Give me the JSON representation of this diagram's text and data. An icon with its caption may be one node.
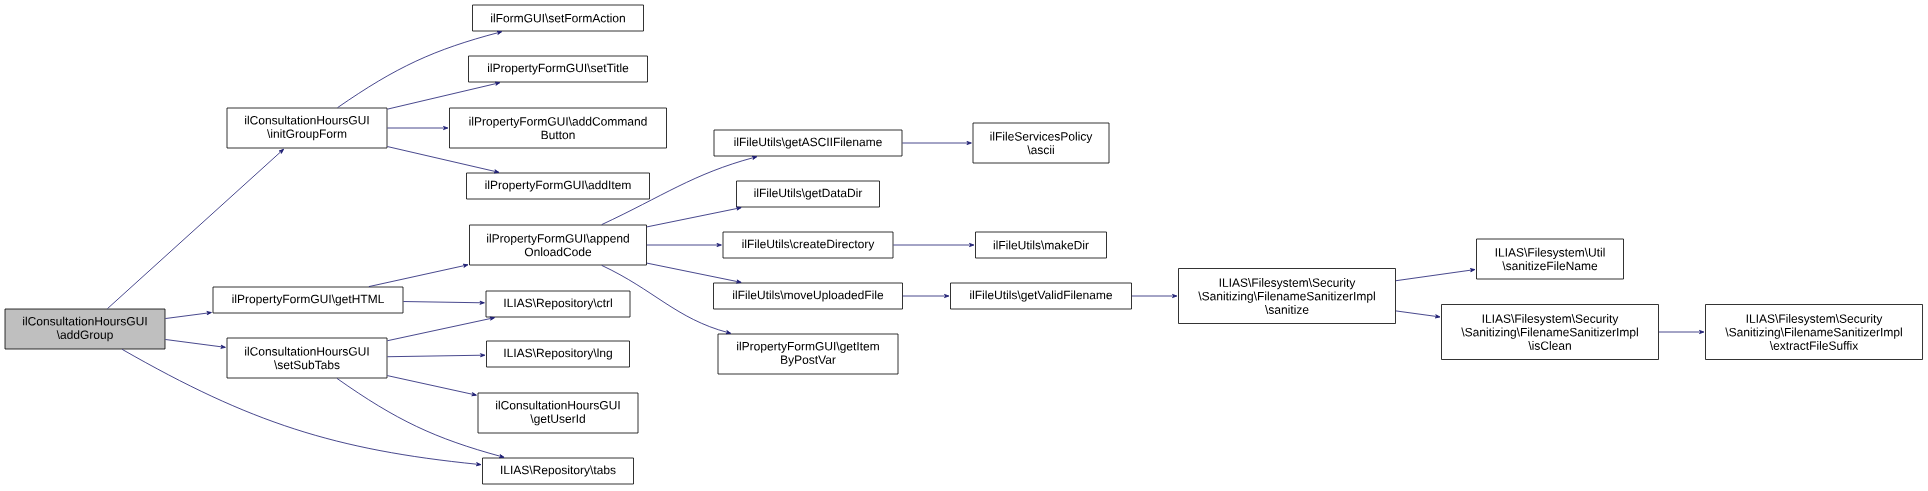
{
  "diagram": {
    "nodes": [
      {
        "text": [
          "ilConsultationHoursGUI \\addGroup"
        ]
      },
      {
        "text": [
          "ilConsultationHoursGUI \\initGroupForm"
        ]
      },
      {
        "text": [
          "ilFormGUI\\setFormAction"
        ]
      },
      {
        "text": [
          "ilPropertyFormGUI\\setTitle"
        ]
      },
      {
        "text": [
          "ilPropertyFormGUI\\addCommand Button"
        ]
      },
      {
        "text": [
          "ilPropertyFormGUI\\addItem"
        ]
      },
      {
        "text": [
          "ilPropertyFormGUI\\getHTML"
        ]
      },
      {
        "text": [
          "ilPropertyFormGUI\\append OnloadCode"
        ]
      },
      {
        "text": [
          "ILIAS\\Repository\\ctrl"
        ]
      },
      {
        "text": [
          "ilConsultationHoursGUI \\setSubTabs"
        ]
      },
      {
        "text": [
          "ILIAS\\Repository\\lng"
        ]
      },
      {
        "text": [
          "ilConsultationHoursGUI \\getUserId"
        ]
      },
      {
        "text": [
          "ILIAS\\Repository\\tabs"
        ]
      },
      {
        "text": [
          "ilFileUtils\\getASCIIFilename"
        ]
      },
      {
        "text": [
          "ilFileUtils\\getDataDir"
        ]
      },
      {
        "text": [
          "ilFileUtils\\createDirectory"
        ]
      },
      {
        "text": [
          "ilFileUtils\\moveUploadedFile"
        ]
      },
      {
        "text": [
          "ilPropertyFormGUI\\getItem ByPostVar"
        ]
      },
      {
        "text": [
          "ilFileServicesPolicy \\ascii"
        ]
      },
      {
        "text": [
          "ilFileUtils\\makeDir"
        ]
      },
      {
        "text": [
          "ilFileUtils\\getValidFilename"
        ]
      },
      {
        "text": [
          "ILIAS\\Filesystem\\Security \\Sanitizing\\FilenameSanitizerImpl \\sanitize"
        ]
      },
      {
        "text": [
          "ILIAS\\Filesystem\\Util \\sanitizeFileName"
        ]
      },
      {
        "text": [
          "ILIAS\\Filesystem\\Security \\Sanitizing\\FilenameSanitizerImpl \\isClean"
        ]
      },
      {
        "text": [
          "ILIAS\\Filesystem\\Security \\Sanitizing\\FilenameSanitizerImpl \\extractFileSuffix"
        ]
      }
    ],
    "edges": [
      {
        "from": 0,
        "to": 1,
        "arrow": "to"
      },
      {
        "from": 0,
        "to": 6,
        "arrow": "to"
      },
      {
        "from": 0,
        "to": 9,
        "arrow": "to"
      },
      {
        "from": 0,
        "to": 12,
        "arrow": "to"
      },
      {
        "from": 1,
        "to": 2,
        "arrow": "to"
      },
      {
        "from": 1,
        "to": 3,
        "arrow": "to"
      },
      {
        "from": 1,
        "to": 4,
        "arrow": "to"
      },
      {
        "from": 1,
        "to": 5,
        "arrow": "to"
      },
      {
        "from": 6,
        "to": 7,
        "arrow": "to"
      },
      {
        "from": 6,
        "to": 8,
        "arrow": "to"
      },
      {
        "from": 9,
        "to": 8,
        "arrow": "to"
      },
      {
        "from": 9,
        "to": 10,
        "arrow": "to"
      },
      {
        "from": 9,
        "to": 11,
        "arrow": "to"
      },
      {
        "from": 9,
        "to": 12,
        "arrow": "to"
      },
      {
        "from": 7,
        "to": 13,
        "arrow": "to"
      },
      {
        "from": 7,
        "to": 14,
        "arrow": "to"
      },
      {
        "from": 7,
        "to": 15,
        "arrow": "to"
      },
      {
        "from": 7,
        "to": 16,
        "arrow": "to"
      },
      {
        "from": 7,
        "to": 17,
        "arrow": "to"
      },
      {
        "from": 13,
        "to": 18,
        "arrow": "to"
      },
      {
        "from": 15,
        "to": 19,
        "arrow": "to"
      },
      {
        "from": 16,
        "to": 20,
        "arrow": "to"
      },
      {
        "from": 20,
        "to": 21,
        "arrow": "to"
      },
      {
        "from": 21,
        "to": 22,
        "arrow": "to"
      },
      {
        "from": 21,
        "to": 23,
        "arrow": "to"
      },
      {
        "from": 23,
        "to": 24,
        "arrow": "to"
      }
    ]
  }
}
